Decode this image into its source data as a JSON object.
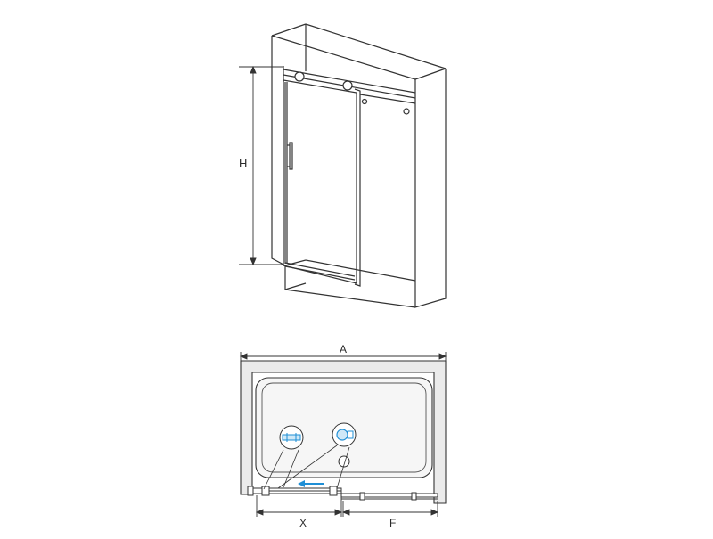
{
  "dimensions": {
    "height_label": "H",
    "width_label": "A",
    "door_opening_label": "X",
    "fixed_panel_label": "F"
  },
  "colors": {
    "line": "#333333",
    "wall_fill": "#ebebeb",
    "tray_fill": "#f6f6f6",
    "accent": "#1f8fd6"
  },
  "icons": [
    "roller-detail-icon",
    "hinge-detail-icon",
    "slide-direction-arrow-icon",
    "drain-icon"
  ]
}
